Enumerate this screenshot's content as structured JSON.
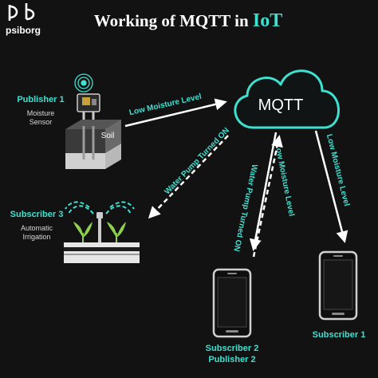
{
  "brand": {
    "logo_text": "psiborg"
  },
  "header": {
    "title_main": "Working of MQTT in",
    "title_accent": "IoT"
  },
  "cloud": {
    "label": "MQTT"
  },
  "nodes": {
    "publisher1": {
      "role": "Publisher 1",
      "desc": "Moisture Sensor",
      "desc_line1": "Moisture",
      "desc_line2": "Sensor",
      "soil_label": "Soil"
    },
    "subscriber3": {
      "role": "Subscriber 3",
      "desc_line1": "Automatic",
      "desc_line2": "Irrigation"
    },
    "subscriber2_publisher2": {
      "line1": "Subscriber 2",
      "line2": "Publisher 2"
    },
    "subscriber1": {
      "role": "Subscriber 1"
    }
  },
  "messages": {
    "pub1_to_broker": "Low Moisture Level",
    "broker_to_sub3": "Water Pump Turned ON",
    "broker_to_sub2": "Low Moisture Level",
    "sub2_to_broker": "Water Pump Turned ON",
    "broker_to_sub1": "Low Moisture Level"
  },
  "colors": {
    "background": "#121212",
    "accent": "#3ee0d0",
    "text": "#ffffff",
    "muted": "#d8d8d8"
  }
}
